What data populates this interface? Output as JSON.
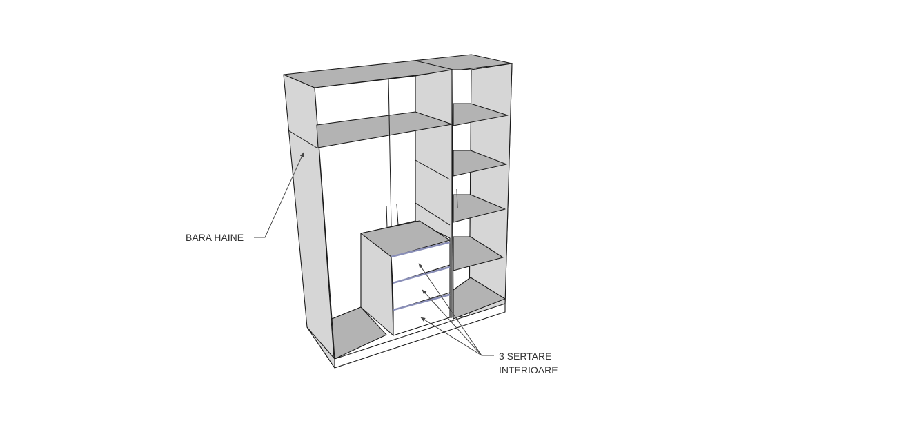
{
  "labels": {
    "rail": "BARA HAINE",
    "drawers_line1": "3 SERTARE",
    "drawers_line2": "INTERIOARE"
  },
  "colors": {
    "panel_side": "#d6d6d6",
    "panel_dark": "#b3b3b3",
    "panel_light": "#ffffff",
    "drawer_edge": "#8a8fb8",
    "outline": "#1a1a1a",
    "text": "#333333"
  }
}
